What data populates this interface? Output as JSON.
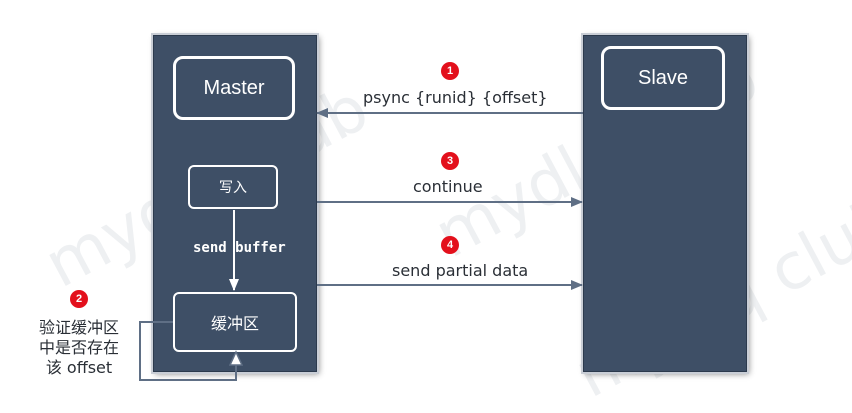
{
  "watermark": "mydlq club",
  "master": {
    "title": "Master",
    "write_label": "写入",
    "buffer_label": "缓冲区"
  },
  "slave": {
    "title": "Slave"
  },
  "steps": [
    {
      "number": "1",
      "label": "psync {runid} {offset}"
    },
    {
      "number": "2",
      "lines": [
        "验证缓冲区",
        "中是否存在",
        "该 offset"
      ]
    },
    {
      "number": "3",
      "label": "continue"
    },
    {
      "number": "4",
      "label": "send partial data"
    }
  ],
  "send_buffer_label": "send buffer",
  "colors": {
    "panel": "#3e4f66",
    "arrow": "#5f6f85",
    "step_badge": "#e3101c"
  }
}
